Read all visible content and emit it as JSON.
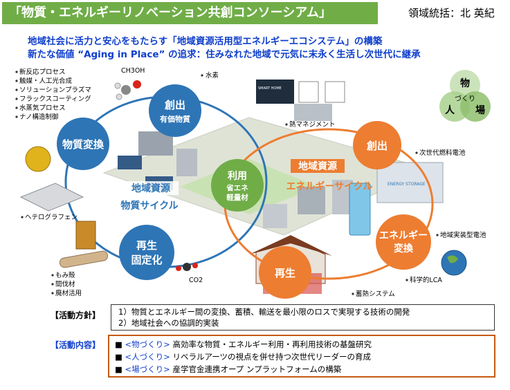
{
  "header": {
    "title": "「物質・エネルギーリノベーション共創コンソーシアム」",
    "leader": "領域統括：北 英紀"
  },
  "subtitle": {
    "line1": "地域社会に活力と安心をもたらす「地域資源活用型エネルギーエコシステム」の構築",
    "line2": "新たな価値 “Aging in Place” の追求：住みなれた地域で元気に末永く生活し次世代に継承"
  },
  "diagram": {
    "material_cycle": {
      "title1": "地域資源",
      "title2": "物質サイクル",
      "nodes": {
        "create": [
          "創出",
          "有価物質"
        ],
        "convert": [
          "物質変換"
        ],
        "use": [
          "利用",
          "省エネ",
          "軽量材"
        ],
        "regen": [
          "再生",
          "固定化"
        ]
      }
    },
    "energy_cycle": {
      "title1": "地域資源",
      "title2": "エネルギーサイクル",
      "nodes": {
        "create": [
          "創出"
        ],
        "convert": [
          "エネルギー",
          "変換"
        ],
        "regen": [
          "再生"
        ]
      }
    },
    "left_bullets": [
      "新反応プロセス",
      "触媒・人工光合成",
      "ソリューションプラズマ",
      "フラックスコーティング",
      "水蒸気プロセス",
      "ナノ構造制御"
    ],
    "labels": {
      "ch3oh": "CH3OH",
      "hydrogen": "水素",
      "heat_mgmt": "熱マネジメント",
      "fuel_cell": "次世代燃料電池",
      "grid_battery": "地域実装型電池",
      "lca": "科学的LCA",
      "heat_storage": "蓄熱システム",
      "heterographene": "ヘテログラフェン",
      "co2": "CO2",
      "smart_home": "SMART HOME",
      "energy_storage": "ENERGY STORAGE",
      "biomass": [
        "もみ殻",
        "間伐材",
        "廃材活用"
      ]
    },
    "zukuri": {
      "top": "物",
      "center": "づくり",
      "left": "人",
      "right": "場"
    }
  },
  "policy": {
    "label": "【活動方針】",
    "items": [
      "1）物質とエネルギー間の変換、蓄積、輸送を最小限のロスで実現する技術の開発",
      "2）地域社会への協調的実装"
    ]
  },
  "activities": {
    "label": "【活動内容】",
    "items": [
      {
        "bullet": "■",
        "keyword": "<物づくり>",
        "text": "高効率な物質・エネルギー利用・再利用技術の基盤研究"
      },
      {
        "bullet": "■",
        "keyword": "<人づくり>",
        "text": "リベラルアーツの視点を併せ持つ次世代リーダーの育成"
      },
      {
        "bullet": "■",
        "keyword": "<場づくり>",
        "text": "産学官金連携オープ ンプラットフォームの構築"
      }
    ]
  },
  "colors": {
    "title_bg": "#70ad47",
    "blue_circle": "#2e75b6",
    "orange_circle": "#ed7d31",
    "green_circle": "#70ad47",
    "subtitle_blue": "#0f3fcc",
    "activity_border": "#c55a11"
  }
}
